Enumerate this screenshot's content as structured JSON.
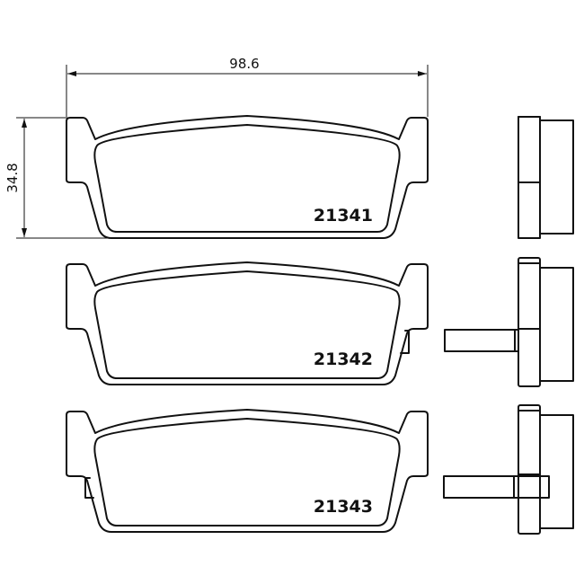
{
  "drawing": {
    "subject": "brake pad set technical drawing",
    "dimensions": {
      "width_label": "98.6",
      "height_label": "34.8"
    },
    "pads": [
      {
        "part_number": "21341",
        "side_view": "plain"
      },
      {
        "part_number": "21342",
        "side_view": "with-wear-sensor-pin"
      },
      {
        "part_number": "21343",
        "side_view": "with-wear-sensor-pin-through"
      }
    ],
    "colors": {
      "line": "#111111",
      "background": "#ffffff"
    }
  }
}
